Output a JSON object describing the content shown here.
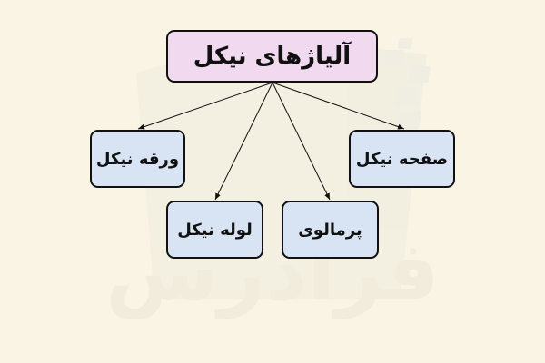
{
  "diagram": {
    "type": "tree",
    "root": {
      "label": "آلیاژهای نیکل",
      "color": "#f1d9ef"
    },
    "children": [
      {
        "label": "ورقه نیکل",
        "color": "#d8e4f4"
      },
      {
        "label": "لوله نیکل",
        "color": "#d8e4f4"
      },
      {
        "label": "پرمالوی",
        "color": "#d8e4f4"
      },
      {
        "label": "صفحه نیکل",
        "color": "#d8e4f4"
      }
    ],
    "edges": [
      {
        "from": "آلیاژهای نیکل",
        "to": "ورقه نیکل"
      },
      {
        "from": "آلیاژهای نیکل",
        "to": "لوله نیکل"
      },
      {
        "from": "آلیاژهای نیکل",
        "to": "پرمالوی"
      },
      {
        "from": "آلیاژهای نیکل",
        "to": "صفحه نیکل"
      }
    ],
    "background_color": "#faf4e4",
    "watermark": "فرادرس"
  }
}
